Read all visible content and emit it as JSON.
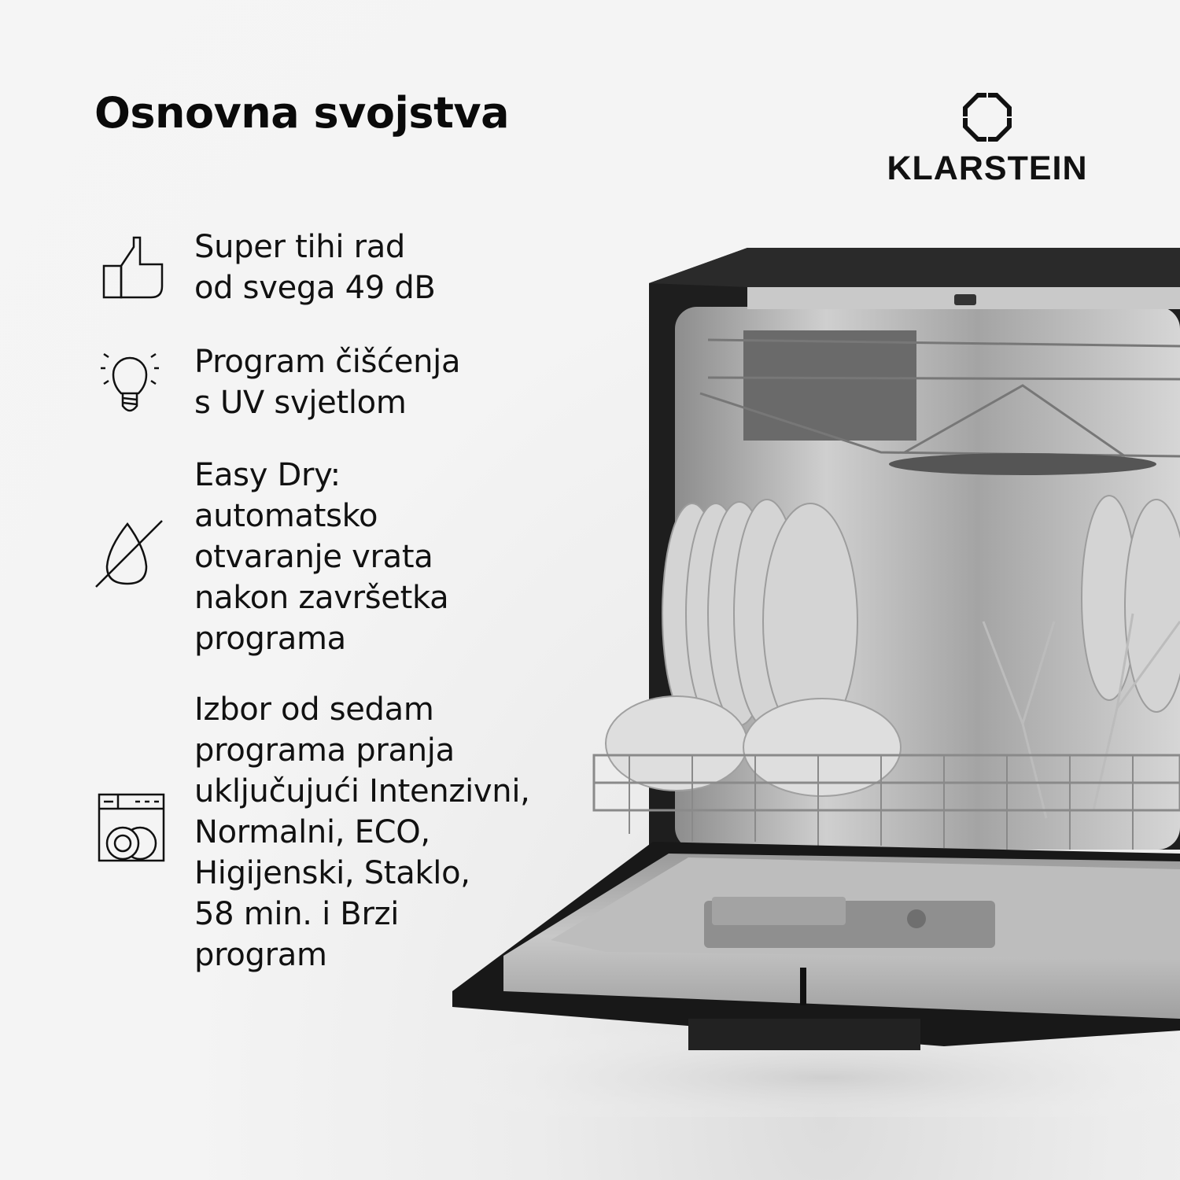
{
  "header": {
    "title": "Osnovna svojstva"
  },
  "brand": {
    "name": "KLARSTEIN",
    "logo_icon": "octagon-mark-icon"
  },
  "features": [
    {
      "icon": "thumbs-up-icon",
      "lines": [
        "Super tihi rad",
        "od svega 49 dB"
      ]
    },
    {
      "icon": "light-bulb-icon",
      "lines": [
        "Program čišćenja",
        "s UV svjetlom"
      ]
    },
    {
      "icon": "no-water-drop-icon",
      "lines": [
        "Easy Dry:",
        "automatsko",
        "otvaranje vrata",
        "nakon završetka",
        "programa"
      ]
    },
    {
      "icon": "dishwasher-icon",
      "lines": [
        "Izbor od sedam",
        "programa pranja",
        "uključujući Intenzivni,",
        "Normalni, ECO,",
        "Higijenski, Staklo,",
        "58 min. i Brzi",
        "program"
      ]
    }
  ],
  "product_image": {
    "subject": "dishwasher-open-door",
    "colors": {
      "body": "#1b1b1b",
      "steel": "#b8b8b8",
      "dishes": "#d9d9d9"
    }
  },
  "colors": {
    "background": "#f5f5f5",
    "text": "#111111"
  }
}
